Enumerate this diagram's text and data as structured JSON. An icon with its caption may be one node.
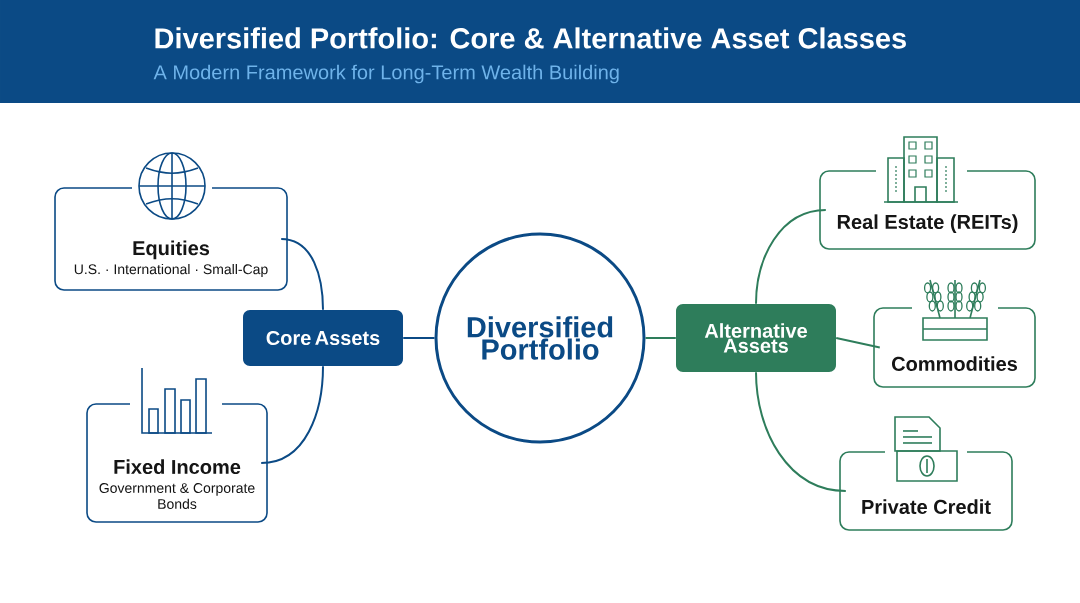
{
  "diagram": {
    "title": "Diversified Portfolio: Core & Alternative Asset Classes",
    "nodes": [
      {
        "text": [
          "Diversified Portfolio"
        ]
      },
      {
        "text": [
          "Core Assets"
        ]
      },
      {
        "text": [
          "Equities",
          "U.S. · International · Small-Cap"
        ]
      },
      {
        "text": [
          "Fixed Income",
          "Government & Corporate Bonds"
        ]
      },
      {
        "text": [
          "Alternative Assets"
        ]
      },
      {
        "text": [
          "Real Estate (REITs)"
        ]
      },
      {
        "text": [
          "Commodities"
        ]
      },
      {
        "text": [
          "Private Credit"
        ]
      }
    ],
    "edges": [
      {
        "from": 0,
        "to": 1,
        "arrow": "none",
        "color": "#0b4a85"
      },
      {
        "from": 1,
        "to": 2,
        "arrow": "none",
        "color": "#0b4a85"
      },
      {
        "from": 1,
        "to": 3,
        "arrow": "none",
        "color": "#0b4a85"
      },
      {
        "from": 0,
        "to": 4,
        "arrow": "none"
      },
      {
        "from": 4,
        "to": 5,
        "arrow": "none"
      },
      {
        "from": 4,
        "to": 6,
        "arrow": "none"
      },
      {
        "from": 4,
        "to": 7,
        "arrow": "none"
      }
    ],
    "labels": [
      "A Modern Framework for Long-Term Wealth Building"
    ]
  }
}
